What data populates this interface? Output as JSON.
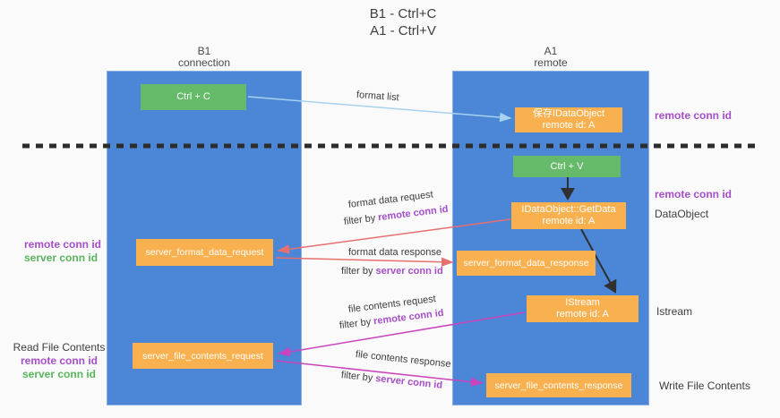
{
  "title": {
    "line1": "B1 - Ctrl+C",
    "line2": "A1 - Ctrl+V"
  },
  "columns": {
    "left": {
      "name": "B1",
      "role": "connection"
    },
    "right": {
      "name": "A1",
      "role": "remote"
    }
  },
  "boxes": {
    "ctrl_c": "Ctrl + C",
    "ctrl_v": "Ctrl + V",
    "save_idataobject": {
      "line1": "保存IDataObject",
      "line2": "remote id: A"
    },
    "getdata": {
      "line1": "IDataObject::GetData",
      "line2": "remote id: A"
    },
    "istream": {
      "line1": "IStream",
      "line2": "remote id: A"
    },
    "format_request": "server_format_data_request",
    "format_response": "server_format_data_response",
    "file_request": "server_file_contents_request",
    "file_response": "server_file_contents_response"
  },
  "edge_labels": {
    "format_list": "format list",
    "format_data_request": "format data request",
    "format_data_response": "format data response",
    "file_contents_request": "file contents request",
    "file_contents_response": "file contents response",
    "filter_by": "filter by",
    "remote_conn_id": "remote conn id",
    "server_conn_id": "server conn id"
  },
  "side_labels": {
    "remote_conn_id": "remote conn id",
    "server_conn_id": "server conn id",
    "data_object": "DataObject",
    "istream": "Istream",
    "read_file_contents": "Read File Contents",
    "write_file_contents": "Write File Contents"
  },
  "colors": {
    "lane_blue": "#4b86d7",
    "box_orange": "#f9b04f",
    "box_green": "#66bb6a",
    "arrow_light_blue": "#a8d2ee",
    "arrow_red": "#e76f6f",
    "arrow_magenta": "#cb44bc",
    "arrow_black": "#303030",
    "dashed_line": "#2d2d2d",
    "text_purple": "#a64ec9",
    "text_green": "#58b55c"
  }
}
